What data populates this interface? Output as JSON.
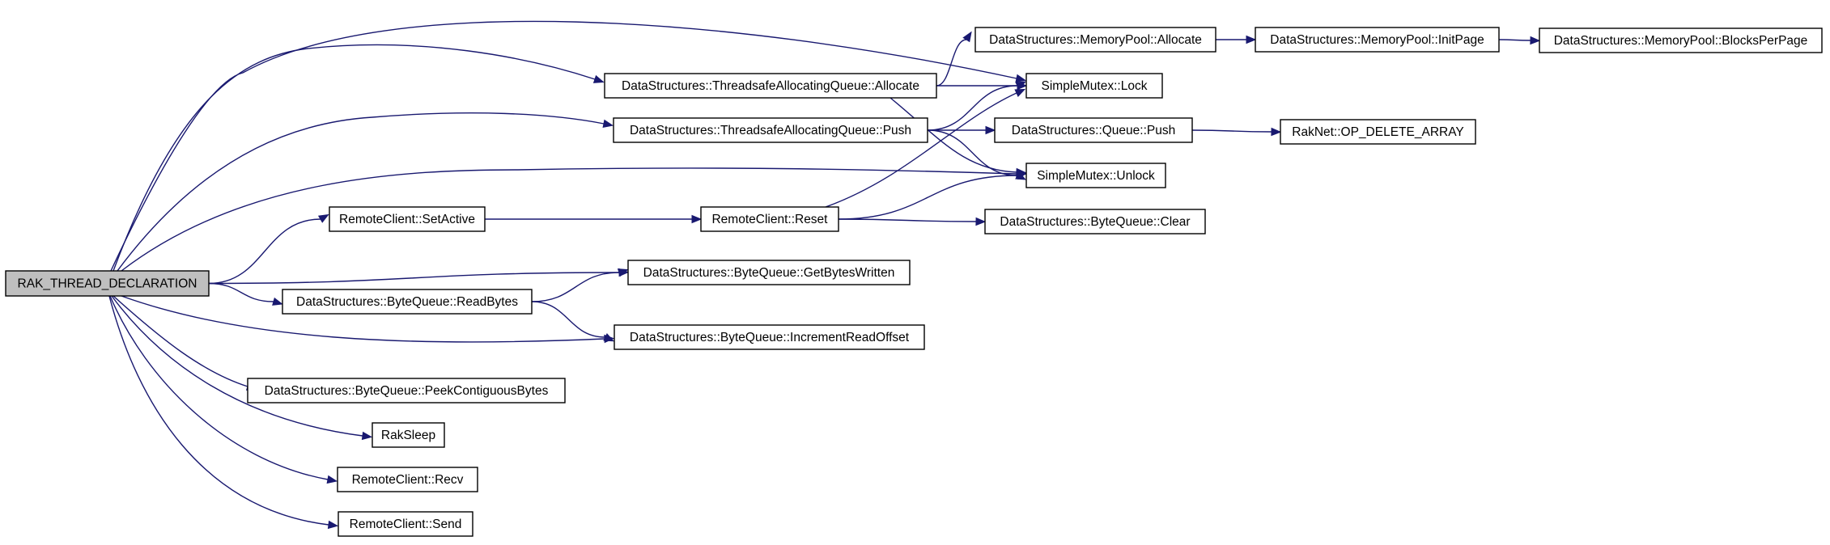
{
  "nodes": [
    {
      "id": "root",
      "label": "RAK_THREAD_DECLARATION",
      "highlight": true
    },
    {
      "id": "tsaq_alloc",
      "label": "DataStructures::ThreadsafeAllocatingQueue::Allocate"
    },
    {
      "id": "tsaq_push",
      "label": "DataStructures::ThreadsafeAllocatingQueue::Push"
    },
    {
      "id": "setactive",
      "label": "RemoteClient::SetActive"
    },
    {
      "id": "getbytes",
      "label": "DataStructures::ByteQueue::GetBytesWritten"
    },
    {
      "id": "readbytes",
      "label": "DataStructures::ByteQueue::ReadBytes"
    },
    {
      "id": "incread",
      "label": "DataStructures::ByteQueue::IncrementReadOffset"
    },
    {
      "id": "peek",
      "label": "DataStructures::ByteQueue::PeekContiguousBytes"
    },
    {
      "id": "raksleep",
      "label": "RakSleep"
    },
    {
      "id": "recv",
      "label": "RemoteClient::Recv"
    },
    {
      "id": "send",
      "label": "RemoteClient::Send"
    },
    {
      "id": "mp_alloc",
      "label": "DataStructures::MemoryPool::Allocate"
    },
    {
      "id": "lock",
      "label": "SimpleMutex::Lock"
    },
    {
      "id": "unlock",
      "label": "SimpleMutex::Unlock"
    },
    {
      "id": "q_push",
      "label": "DataStructures::Queue::Push"
    },
    {
      "id": "reset",
      "label": "RemoteClient::Reset"
    },
    {
      "id": "bq_clear",
      "label": "DataStructures::ByteQueue::Clear"
    },
    {
      "id": "initpage",
      "label": "DataStructures::MemoryPool::InitPage"
    },
    {
      "id": "bpp",
      "label": "DataStructures::MemoryPool::BlocksPerPage"
    },
    {
      "id": "opdel",
      "label": "RakNet::OP_DELETE_ARRAY"
    }
  ],
  "edges": [
    {
      "from": "root",
      "to": "tsaq_alloc"
    },
    {
      "from": "root",
      "to": "tsaq_push"
    },
    {
      "from": "root",
      "to": "lock"
    },
    {
      "from": "root",
      "to": "unlock"
    },
    {
      "from": "root",
      "to": "setactive"
    },
    {
      "from": "root",
      "to": "getbytes"
    },
    {
      "from": "root",
      "to": "readbytes"
    },
    {
      "from": "root",
      "to": "incread"
    },
    {
      "from": "root",
      "to": "peek"
    },
    {
      "from": "root",
      "to": "raksleep"
    },
    {
      "from": "root",
      "to": "recv"
    },
    {
      "from": "root",
      "to": "send"
    },
    {
      "from": "tsaq_alloc",
      "to": "mp_alloc"
    },
    {
      "from": "tsaq_alloc",
      "to": "lock"
    },
    {
      "from": "tsaq_alloc",
      "to": "unlock"
    },
    {
      "from": "tsaq_push",
      "to": "lock"
    },
    {
      "from": "tsaq_push",
      "to": "q_push"
    },
    {
      "from": "tsaq_push",
      "to": "unlock"
    },
    {
      "from": "setactive",
      "to": "reset"
    },
    {
      "from": "reset",
      "to": "lock"
    },
    {
      "from": "reset",
      "to": "unlock"
    },
    {
      "from": "reset",
      "to": "bq_clear"
    },
    {
      "from": "readbytes",
      "to": "getbytes"
    },
    {
      "from": "readbytes",
      "to": "incread"
    },
    {
      "from": "mp_alloc",
      "to": "initpage"
    },
    {
      "from": "initpage",
      "to": "bpp"
    },
    {
      "from": "q_push",
      "to": "opdel"
    }
  ],
  "colors": {
    "edge": "#191970",
    "node_fill": "#ffffff",
    "highlight_fill": "#bfbfbf",
    "node_stroke": "#000000"
  }
}
